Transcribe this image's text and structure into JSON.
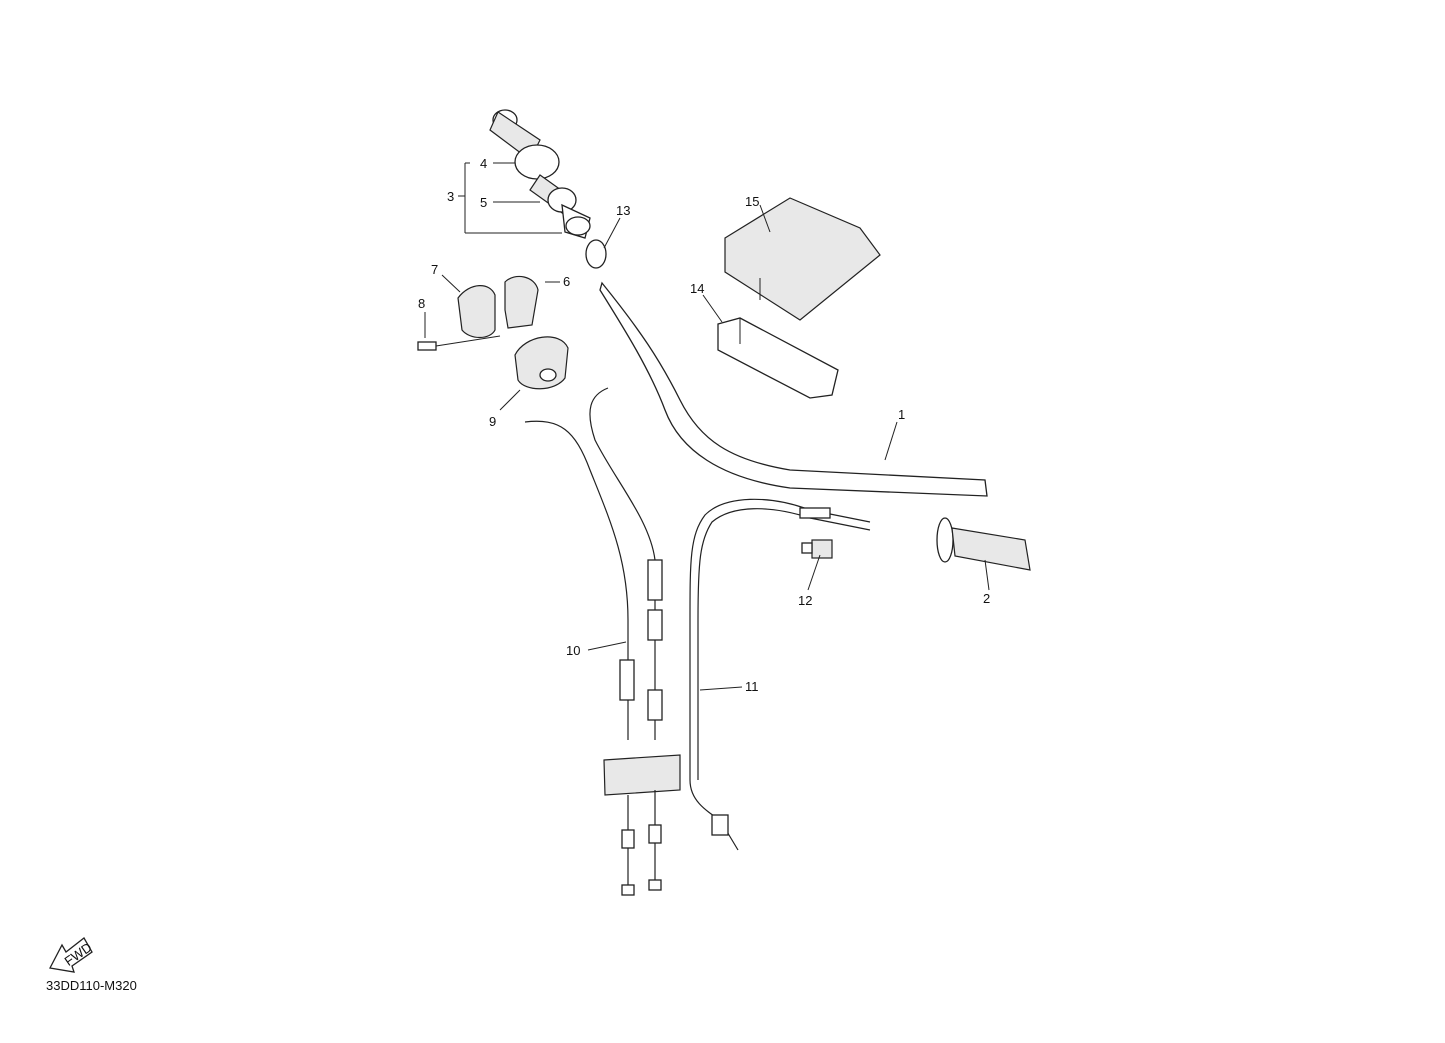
{
  "diagram": {
    "callouts": [
      "1",
      "2",
      "3",
      "4",
      "5",
      "6",
      "7",
      "8",
      "9",
      "10",
      "11",
      "12",
      "13",
      "14",
      "15"
    ],
    "drawing_code": "33DD110-M320",
    "fwd_label": "FWD"
  }
}
